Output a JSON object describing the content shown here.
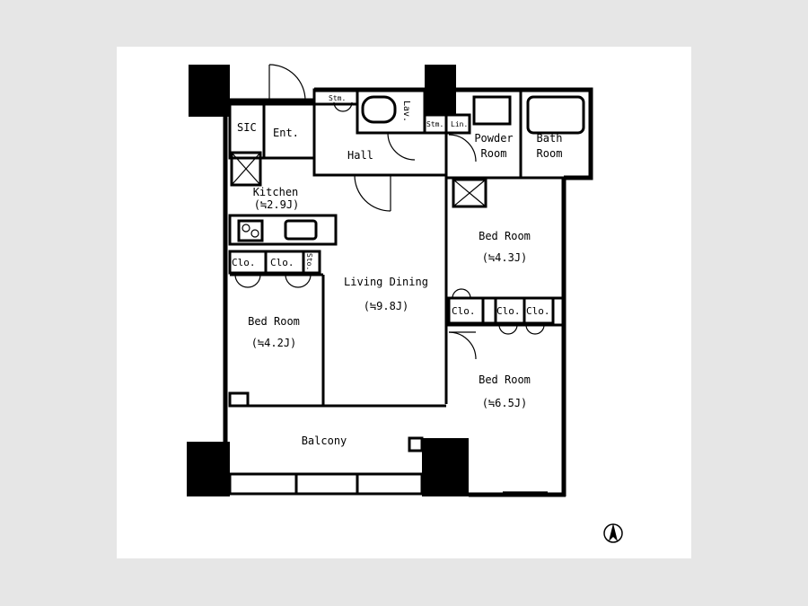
{
  "rooms": {
    "sic": "SIC",
    "ent": "Ent.",
    "hall": "Hall",
    "kitchen": "Kitchen",
    "kitchen_size": "(≒2.9J)",
    "living_dining": "Living Dining",
    "living_dining_size": "(≒9.8J)",
    "bed_room_1": "Bed Room",
    "bed_room_1_size": "(≒4.2J)",
    "bed_room_2": "Bed Room",
    "bed_room_2_size": "(≒4.3J)",
    "bed_room_3": "Bed Room",
    "bed_room_3_size": "(≒6.5J)",
    "powder_room": "Powder Room",
    "bath_room": "Bath Room",
    "balcony": "Balcony"
  },
  "storage": {
    "clo_1": "Clo.",
    "clo_2": "Clo.",
    "clo_3": "Clo.",
    "clo_4": "Clo.",
    "clo_5": "Clo.",
    "sto": "Sto.",
    "lav": "Lav.",
    "stm_1": "Stm.",
    "stm_2": "Stm.",
    "lin": "Lin."
  },
  "colors": {
    "wall": "#000000",
    "paper": "#ffffff",
    "background": "#e6e6e6"
  },
  "icons": {
    "north_arrow": "north-arrow-icon"
  }
}
